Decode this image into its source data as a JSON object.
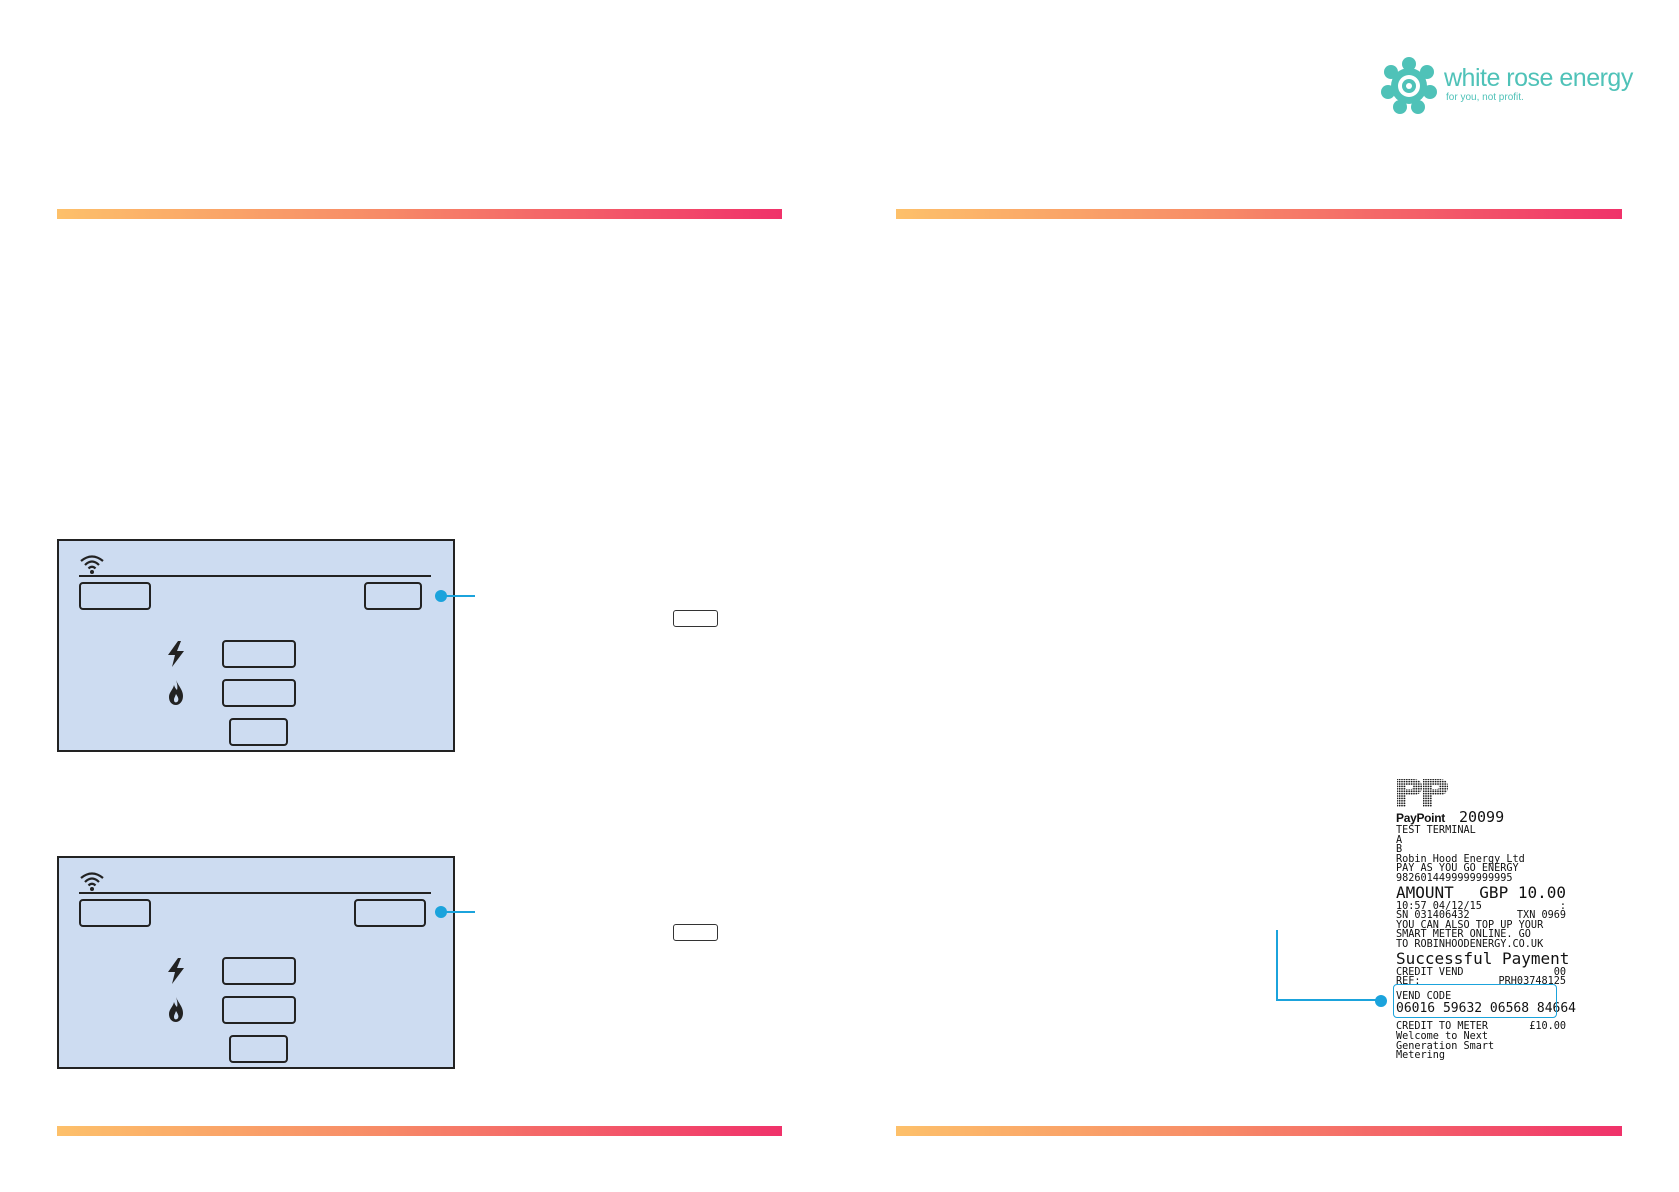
{
  "logo": {
    "name": "white rose energy",
    "tagline": "for you, not profit.",
    "color": "#4fc2b8"
  },
  "colors": {
    "accent_callout": "#1ba3dc",
    "ihd_screen": "#cddcf1",
    "bar_start": "#fdc06a",
    "bar_end": "#f0326a"
  },
  "ihd_panels": [
    {
      "icons": [
        "wifi-icon",
        "electricity-icon",
        "gas-icon"
      ]
    },
    {
      "icons": [
        "wifi-icon",
        "electricity-icon",
        "gas-icon"
      ]
    }
  ],
  "receipt": {
    "brand": "PayPoint",
    "terminal_number": "20099",
    "lines_a": [
      "TEST TERMINAL",
      "A",
      "B",
      "Robin Hood Energy Ltd",
      "PAY AS YOU GO ENERGY",
      "9826014499999999995"
    ],
    "amount_label": "AMOUNT",
    "amount_value": "GBP 10.00",
    "datetime": "10:57 04/12/15",
    "datetime_suffix": ":",
    "sn": "SN 031406432",
    "txn": "TXN 0969",
    "lines_b": [
      "YOU CAN ALSO TOP UP YOUR",
      "SMART METER ONLINE. GO",
      "TO ROBINHOODENERGY.CO.UK"
    ],
    "status": "Successful Payment",
    "credit_vend_label": "CREDIT VEND",
    "credit_vend_value": "00",
    "ref_label": "REF:",
    "ref_value": "PRH03748125",
    "vend_code_label": "VEND CODE",
    "vend_code": "06016 59632 06568 84664",
    "credit_to_meter_label": "CREDIT TO METER",
    "credit_to_meter_value": "£10.00",
    "lines_c": [
      "Welcome to Next",
      "Generation Smart",
      "Metering"
    ]
  }
}
